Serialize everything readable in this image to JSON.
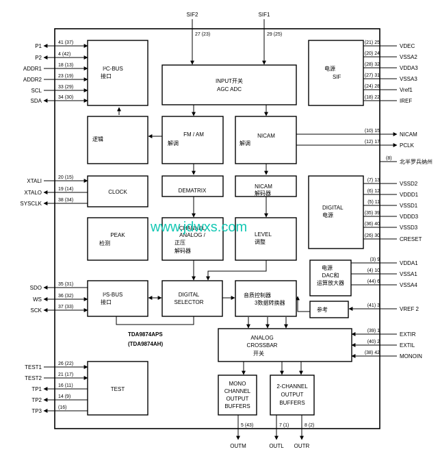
{
  "chip": {
    "name_line1": "TDA9874APS",
    "name_line2": "(TDA9874AH)"
  },
  "watermark": "www.jdwxs.com",
  "blocks": {
    "i2c": [
      "I²C-BUS",
      "接口"
    ],
    "input": [
      "INPUT开关",
      "AGC ADC"
    ],
    "sif": [
      "电源",
      "SIF"
    ],
    "logic": [
      "逻辑"
    ],
    "fmam": [
      "FM / AM",
      "解调"
    ],
    "nicam_demod": [
      "NICAM",
      "解调"
    ],
    "clock": [
      "CLOCK"
    ],
    "dematrix": [
      "DEMATRIX"
    ],
    "nicam_dec": [
      "NICAM",
      "解码器"
    ],
    "digital_pwr": [
      "DIGITAL",
      "电源"
    ],
    "peak": [
      "PEAK",
      "检测"
    ],
    "channel": [
      "CHANNEL",
      "ANALOG /",
      "正压",
      "解码器"
    ],
    "level": [
      "LEVEL",
      "调整"
    ],
    "dac": [
      "电源",
      "DAC和",
      "运算放大器"
    ],
    "i2s": [
      "I²S-BUS",
      "接口"
    ],
    "digsel": [
      "DIGITAL",
      "SELECTOR"
    ],
    "sound": [
      "音质控制器",
      "3数据转换器"
    ],
    "ref": [
      "参考"
    ],
    "crossbar": [
      "ANALOG",
      "CROSSBAR",
      "开关"
    ],
    "test": [
      "TEST"
    ],
    "mono": [
      "MONO",
      "CHANNEL",
      "OUTPUT",
      "BUFFERS"
    ],
    "twoch": [
      "2-CHANNEL",
      "OUTPUT",
      "BUFFERS"
    ]
  },
  "top_pins": [
    {
      "name": "SIF2",
      "num": "27 (23)"
    },
    {
      "name": "SIF1",
      "num": "29 (25)"
    }
  ],
  "left_pins": [
    {
      "name": "P1",
      "num": "41 (37)"
    },
    {
      "name": "P2",
      "num": "4 (42)"
    },
    {
      "name": "ADDR1",
      "num": "18 (13)"
    },
    {
      "name": "ADDR2",
      "num": "23 (19)"
    },
    {
      "name": "SCL",
      "num": "33 (29)"
    },
    {
      "name": "SDA",
      "num": "34 (30)"
    },
    {
      "name": "XTALI",
      "num": "20 (15)"
    },
    {
      "name": "XTALO",
      "num": "19 (14)"
    },
    {
      "name": "SYSCLK",
      "num": "38 (34)"
    },
    {
      "name": "SDO",
      "num": "35 (31)"
    },
    {
      "name": "WS",
      "num": "36 (32)"
    },
    {
      "name": "SCK",
      "num": "37 (33)"
    },
    {
      "name": "TEST1",
      "num": "26 (22)"
    },
    {
      "name": "TEST2",
      "num": "21 (17)"
    },
    {
      "name": "TP1",
      "num": "16 (11)"
    },
    {
      "name": "TP2",
      "num": "14 (9)"
    },
    {
      "name": "TP3",
      "num": "(16)"
    }
  ],
  "right_pins": [
    {
      "name": "VDEC",
      "num": "(21) 25"
    },
    {
      "name": "VSSA2",
      "num": "(20) 24"
    },
    {
      "name": "VDDA3",
      "num": "(28) 32"
    },
    {
      "name": "VSSA3",
      "num": "(27) 31"
    },
    {
      "name": "Vref1",
      "num": "(24) 28"
    },
    {
      "name": "IREF",
      "num": "(18) 22"
    },
    {
      "name": "NICAM",
      "num": "(10) 15"
    },
    {
      "name": "PCLK",
      "num": "(12) 17"
    },
    {
      "name": "北半罗兵纳州",
      "num": "(8)"
    },
    {
      "name": "VSSD2",
      "num": "(7) 13"
    },
    {
      "name": "VDDD1",
      "num": "(6) 12"
    },
    {
      "name": "VSSD1",
      "num": "(5) 11"
    },
    {
      "name": "VDDD3",
      "num": "(35) 39"
    },
    {
      "name": "VSSD3",
      "num": "(36) 40"
    },
    {
      "name": "CRESET",
      "num": "(26) 30"
    },
    {
      "name": "VDDA1",
      "num": "(3) 9"
    },
    {
      "name": "VSSA1",
      "num": "(4) 10"
    },
    {
      "name": "VSSA4",
      "num": "(44) 6"
    },
    {
      "name": "VREF 2",
      "num": "(41) 3"
    },
    {
      "name": "EXTIR",
      "num": "(39) 1"
    },
    {
      "name": "EXTIL",
      "num": "(40) 2"
    },
    {
      "name": "MONOIN",
      "num": "(38) 42"
    }
  ],
  "bottom_pins": [
    {
      "name": "OUTM",
      "num": "5 (43)"
    },
    {
      "name": "OUTL",
      "num": "7 (1)"
    },
    {
      "name": "OUTR",
      "num": "8 (2)"
    }
  ]
}
